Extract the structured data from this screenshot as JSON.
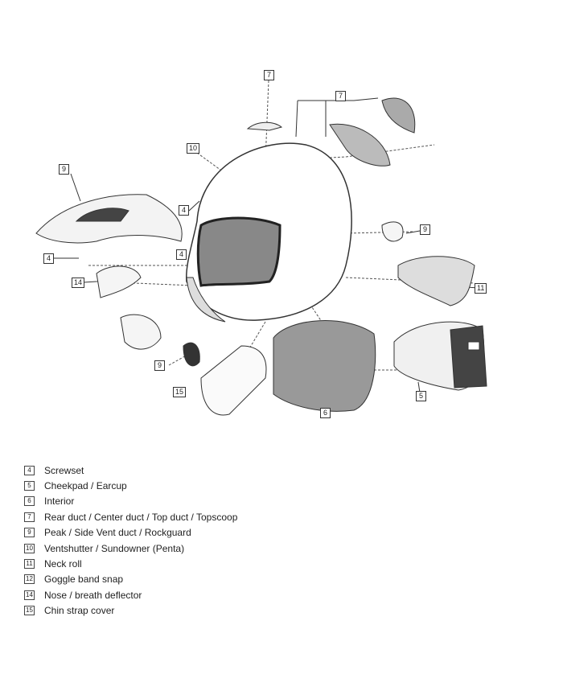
{
  "callouts": [
    "7",
    "7",
    "10",
    "9",
    "4",
    "4",
    "4",
    "9",
    "14",
    "11",
    "9",
    "15",
    "5",
    "6"
  ],
  "legend": [
    {
      "num": "4",
      "label": "Screwset"
    },
    {
      "num": "5",
      "label": "Cheekpad / Earcup"
    },
    {
      "num": "6",
      "label": "Interior"
    },
    {
      "num": "7",
      "label": "Rear duct / Center duct / Top duct / Topscoop"
    },
    {
      "num": "9",
      "label": "Peak / Side Vent duct / Rockguard"
    },
    {
      "num": "10",
      "label": "Ventshutter / Sundowner (Penta)"
    },
    {
      "num": "11",
      "label": "Neck roll"
    },
    {
      "num": "12",
      "label": "Goggle band snap"
    },
    {
      "num": "14",
      "label": "Nose / breath deflector"
    },
    {
      "num": "15",
      "label": "Chin strap cover"
    }
  ]
}
